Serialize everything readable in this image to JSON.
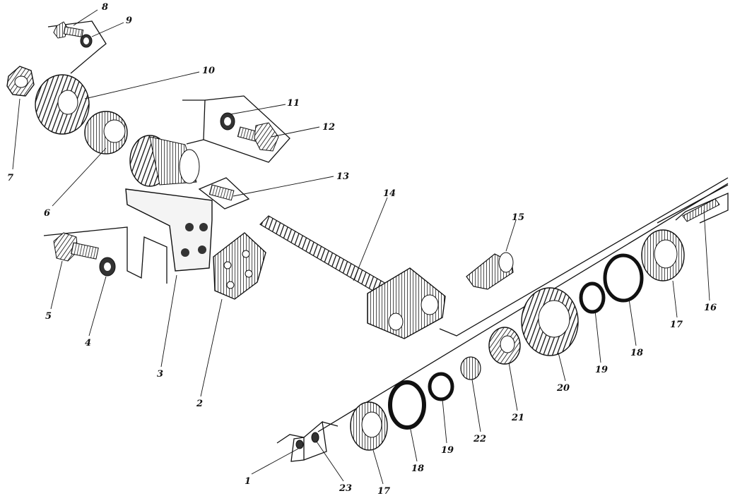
{
  "diagram": {
    "type": "exploded-assembly-drawing",
    "part_callouts": [
      "1",
      "2",
      "3",
      "4",
      "5",
      "6",
      "7",
      "8",
      "9",
      "10",
      "11",
      "12",
      "13",
      "14",
      "15",
      "16",
      "17",
      "17",
      "18",
      "18",
      "19",
      "19",
      "20",
      "21",
      "22",
      "23"
    ],
    "callouts": [
      {
        "id": "c8",
        "label": "8"
      },
      {
        "id": "c9",
        "label": "9"
      },
      {
        "id": "c10",
        "label": "10"
      },
      {
        "id": "c7",
        "label": "7"
      },
      {
        "id": "c6",
        "label": "6"
      },
      {
        "id": "c11",
        "label": "11"
      },
      {
        "id": "c12",
        "label": "12"
      },
      {
        "id": "c13",
        "label": "13"
      },
      {
        "id": "c14",
        "label": "14"
      },
      {
        "id": "c15",
        "label": "15"
      },
      {
        "id": "c16",
        "label": "16"
      },
      {
        "id": "c5",
        "label": "5"
      },
      {
        "id": "c4",
        "label": "4"
      },
      {
        "id": "c3",
        "label": "3"
      },
      {
        "id": "c2",
        "label": "2"
      },
      {
        "id": "c17a",
        "label": "17"
      },
      {
        "id": "c18a",
        "label": "18"
      },
      {
        "id": "c19a",
        "label": "19"
      },
      {
        "id": "c20",
        "label": "20"
      },
      {
        "id": "c21",
        "label": "21"
      },
      {
        "id": "c22",
        "label": "22"
      },
      {
        "id": "c19b",
        "label": "19"
      },
      {
        "id": "c18b",
        "label": "18"
      },
      {
        "id": "c17b",
        "label": "17"
      },
      {
        "id": "c1",
        "label": "1"
      },
      {
        "id": "c23",
        "label": "23"
      }
    ],
    "ink_color": "#111111",
    "background_color": "#ffffff"
  }
}
